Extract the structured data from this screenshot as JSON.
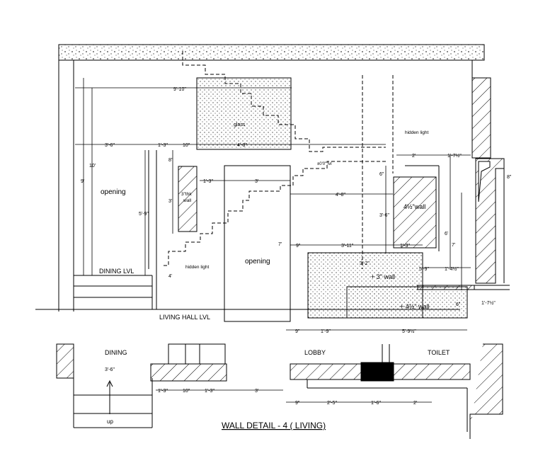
{
  "title": "WALL DETAIL - 4 ( LIVING)",
  "labels": {
    "opening_left": "opening",
    "opening_center": "opening",
    "glass": "glass",
    "dining_lvl": "DINING LVL",
    "living_hall_lvl": "LIVING HALL LVL",
    "hidden_light_1": "hidden light",
    "hidden_light_2": "hidden light",
    "thk_wall_1": "3\"thk",
    "thk_wall_2": "wall",
    "wall_4half_top": "4½\"wall",
    "wall_3": "+ 3\" wall",
    "wall_4half_bottom": "+ 4½\" wall",
    "lvl_note": "±0'0\" lvl",
    "dining": "DINING",
    "lobby": "LOBBY",
    "toilet": "TOILET",
    "up": "up"
  },
  "dims": {
    "d_9_10": "9'-10\"",
    "d_3_6_top": "3'-6\"",
    "d_1_3_top": "1'-3\"",
    "d_10_top": "10\"",
    "d_4_3": "4'-3\"",
    "d_1_3_mid": "1'-3\"",
    "d_3_mid": "3'",
    "d_4_8": "4'-8\"",
    "d_2": "2'",
    "d_1_7half": "1'-7½\"",
    "d_9_left": "9'",
    "d_10_left": "10'",
    "d_8": "8\"",
    "d_3_left": "3'",
    "d_5_9": "5'-9\"",
    "d_4": "4'",
    "d_6_top": "6\"",
    "d_3_6_v": "3'-6\"",
    "d_9_mid": "9\"",
    "d_3_11": "3'-11\"",
    "d_1_3_r": "1'-3\"",
    "d_7_v": "7'",
    "d_6_v": "6'",
    "d_7_right": "7'",
    "d_3_2": "3'-2\"",
    "d_5_9_right": "5'-9\"",
    "d_1_4half": "1'-4½\"",
    "d_6_side": "6\"",
    "d_1_7half_low": "1'-7½\"",
    "d_8_top_right": "8\"",
    "d_9_bottom": "9\"",
    "d_1_9": "1'-9\"",
    "d_5_9half": "5'-9½\"",
    "plan_3_6": "3'-6\"",
    "plan_1_3a": "1'-3\"",
    "plan_10": "10\"",
    "plan_1_3b": "1'-3\"",
    "plan_3": "3'",
    "plan_9": "9\"",
    "plan_2_5": "2'-5\"",
    "plan_1_6": "1'-6\"",
    "plan_2": "2'"
  },
  "colors": {
    "line": "#000000",
    "hatch": "#000000",
    "paper": "#ffffff"
  }
}
